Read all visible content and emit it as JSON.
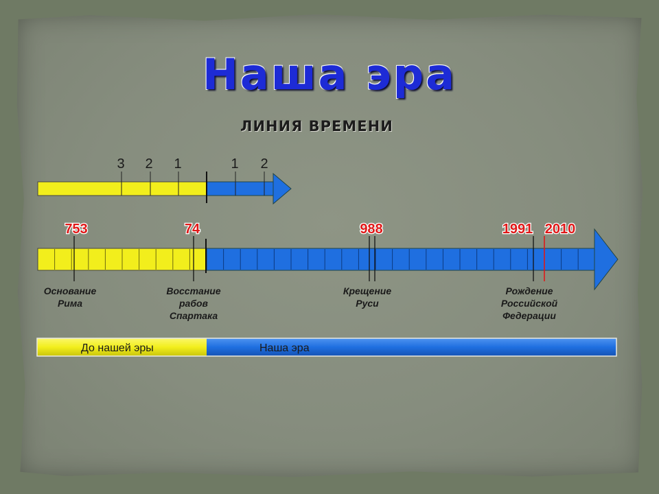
{
  "title": "Наша эра",
  "subtitle": "ЛИНИЯ ВРЕМЕНИ",
  "colors": {
    "bc": "#f2ee1c",
    "ad": "#1f6fe0",
    "year_label": "#e01818",
    "title": "#1d2bd6"
  },
  "top_axis": {
    "bc_labels": [
      "3",
      "2",
      "1"
    ],
    "ad_labels": [
      "1",
      "2"
    ]
  },
  "events": [
    {
      "year": "753",
      "label": [
        "Основание",
        "Рима"
      ]
    },
    {
      "year": "74",
      "label": [
        "Восстание",
        "рабов",
        "Спартака"
      ]
    },
    {
      "year": "988",
      "label": [
        "Крещение",
        "Руси"
      ]
    },
    {
      "year": "1991",
      "label": [
        "Рождение",
        "Российской",
        "Федерации"
      ]
    },
    {
      "year": "2010",
      "label": []
    }
  ],
  "era_bar": {
    "bc_label": "До нашей эры",
    "ad_label": "Наша эра"
  }
}
